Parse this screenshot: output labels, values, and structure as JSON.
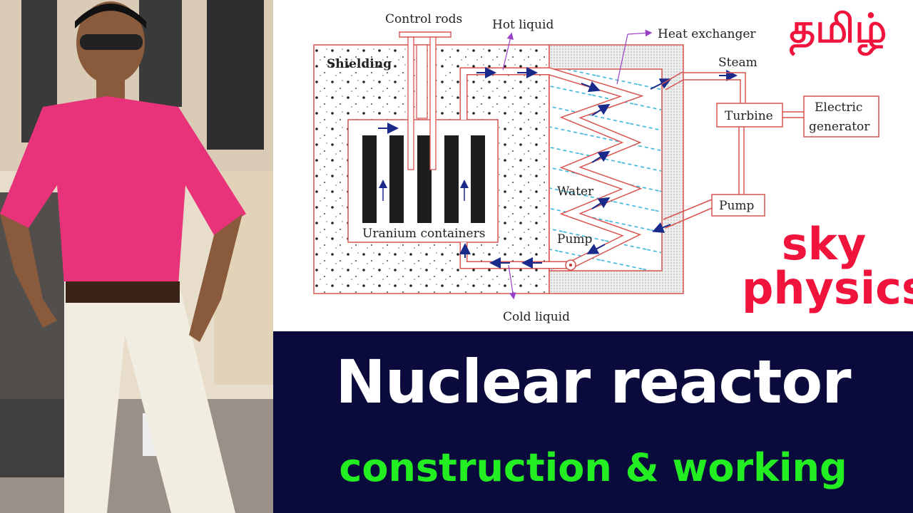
{
  "diagram": {
    "labels": {
      "control_rods": "Control rods",
      "hot_liquid": "Hot liquid",
      "heat_exchanger": "Heat exchanger",
      "shielding": "Shielding",
      "steam": "Steam",
      "turbine": "Turbine",
      "electric_generator_1": "Electric",
      "electric_generator_2": "generator",
      "water": "Water",
      "pump_inner": "Pump",
      "pump_outer": "Pump",
      "uranium_containers": "Uranium containers",
      "cold_liquid": "Cold liquid"
    },
    "colors": {
      "pipe": "#d9534f",
      "arrow": "#1a2a8a",
      "water": "#2bb0d8",
      "pointer": "#9a3fc8"
    }
  },
  "brand": {
    "tamil": "தமிழ்",
    "sky": "sky",
    "physics": "physics",
    "color": "#f0143c"
  },
  "banner": {
    "title": "Nuclear reactor",
    "subtitle": "construction & working",
    "bg": "#0a0b3c",
    "subtitle_color": "#22ee22"
  }
}
